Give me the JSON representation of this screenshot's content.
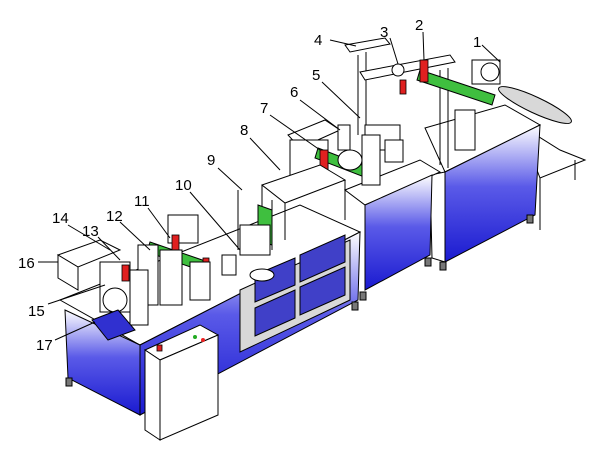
{
  "figure": {
    "labels": [
      "1",
      "2",
      "3",
      "4",
      "5",
      "6",
      "7",
      "8",
      "9",
      "10",
      "11",
      "12",
      "13",
      "14",
      "15",
      "16",
      "17"
    ],
    "colors": {
      "cabinet": "#1a1ad8",
      "roller": "#3fbf3f",
      "part": "#e02020"
    }
  }
}
